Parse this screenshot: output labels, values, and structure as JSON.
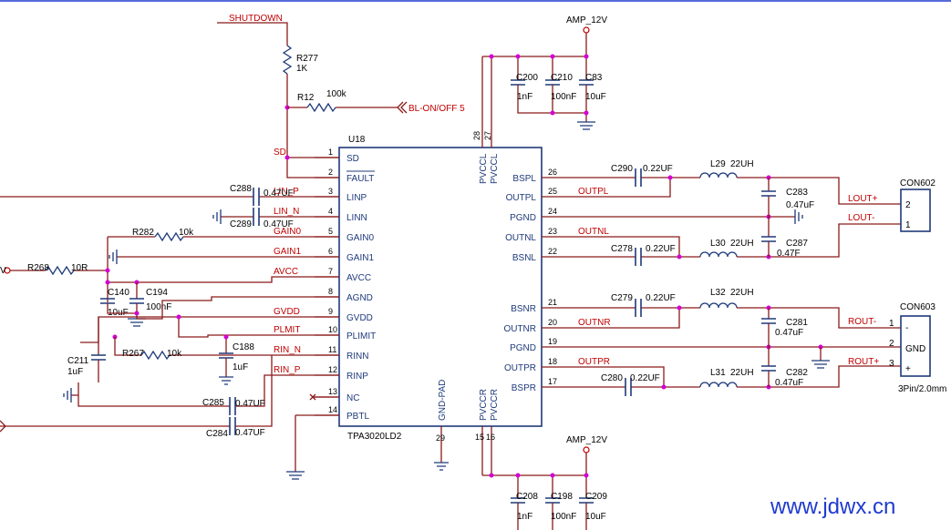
{
  "ic": {
    "ref": "U18",
    "part": "TPA3020LD2"
  },
  "left_pins": [
    {
      "num": "1",
      "name": "SD",
      "net": "SD"
    },
    {
      "num": "2",
      "name": "FAULT",
      "net": ""
    },
    {
      "num": "3",
      "name": "LINP",
      "net": "LIN_P"
    },
    {
      "num": "4",
      "name": "LINN",
      "net": "LIN_N"
    },
    {
      "num": "5",
      "name": "GAIN0",
      "net": "GAIN0"
    },
    {
      "num": "6",
      "name": "GAIN1",
      "net": "GAIN1"
    },
    {
      "num": "7",
      "name": "AVCC",
      "net": "AVCC"
    },
    {
      "num": "8",
      "name": "AGND",
      "net": ""
    },
    {
      "num": "9",
      "name": "GVDD",
      "net": "GVDD"
    },
    {
      "num": "10",
      "name": "PLIMIT",
      "net": "PLMIT"
    },
    {
      "num": "11",
      "name": "RINN",
      "net": "RIN_N"
    },
    {
      "num": "12",
      "name": "RINP",
      "net": "RIN_P"
    },
    {
      "num": "13",
      "name": "NC",
      "net": ""
    },
    {
      "num": "14",
      "name": "PBTL",
      "net": ""
    }
  ],
  "right_pins": [
    {
      "num": "26",
      "name": "BSPL",
      "net": ""
    },
    {
      "num": "25",
      "name": "OUTPL",
      "net": "OUTPL"
    },
    {
      "num": "24",
      "name": "PGND",
      "net": ""
    },
    {
      "num": "23",
      "name": "OUTNL",
      "net": "OUTNL"
    },
    {
      "num": "22",
      "name": "BSNL",
      "net": ""
    },
    {
      "num": "21",
      "name": "BSNR",
      "net": ""
    },
    {
      "num": "20",
      "name": "OUTNR",
      "net": "OUTNR"
    },
    {
      "num": "19",
      "name": "PGND",
      "net": ""
    },
    {
      "num": "18",
      "name": "OUTPR",
      "net": "OUTPR"
    },
    {
      "num": "17",
      "name": "BSPR",
      "net": ""
    }
  ],
  "top_pins": [
    {
      "num": "28",
      "name": "PVCCL"
    },
    {
      "num": "27",
      "name": "PVCCL"
    }
  ],
  "bottom_pins": [
    {
      "num": "29",
      "name": "GND-PAD"
    },
    {
      "num": "15",
      "name": "PVCCR"
    },
    {
      "num": "16",
      "name": "PVCCR"
    }
  ],
  "nets": {
    "shutdown": "SHUTDOWN",
    "bl_onoff": "BL-ON/OFF 5",
    "amp_top": "AMP_12V",
    "amp_bottom": "AMP_12V",
    "lout_p": "LOUT+",
    "lout_n": "LOUT-",
    "rout_n": "ROUT-",
    "rout_p": "ROUT+",
    "v_left": "V"
  },
  "resistors": {
    "r277": {
      "ref": "R277",
      "value": "1K"
    },
    "r12": {
      "ref": "R12",
      "value": "100k"
    },
    "r282": {
      "ref": "R282",
      "value": "10k"
    },
    "r268": {
      "ref": "R268",
      "value": "10R"
    },
    "r267": {
      "ref": "R267",
      "value": "10k"
    }
  },
  "capacitors": {
    "c200": {
      "ref": "C200",
      "value": "1nF"
    },
    "c210": {
      "ref": "C210",
      "value": "100nF"
    },
    "c83": {
      "ref": "C83",
      "value": "10uF"
    },
    "c288": {
      "ref": "C288",
      "value": "0.47UF"
    },
    "c289": {
      "ref": "C289",
      "value": "0.47UF"
    },
    "c140": {
      "ref": "C140",
      "value": "10uF"
    },
    "c194": {
      "ref": "C194",
      "value": "100nF"
    },
    "c188": {
      "ref": "C188",
      "value": "1uF"
    },
    "c211": {
      "ref": "C211",
      "value": "1uF"
    },
    "c285": {
      "ref": "C285",
      "value": "0.47UF"
    },
    "c284": {
      "ref": "C284",
      "value": "0.47UF"
    },
    "c290": {
      "ref": "C290",
      "value": "0.22UF"
    },
    "c278": {
      "ref": "C278",
      "value": "0.22UF"
    },
    "c279": {
      "ref": "C279",
      "value": "0.22UF"
    },
    "c280": {
      "ref": "C280",
      "value": "0.22UF"
    },
    "c283": {
      "ref": "C283",
      "value": "0.47uF"
    },
    "c287": {
      "ref": "C287",
      "value": "0.47F"
    },
    "c281": {
      "ref": "C281",
      "value": "0.47uF"
    },
    "c282": {
      "ref": "C282",
      "value": "0.47uF"
    },
    "c208": {
      "ref": "C208",
      "value": "1nF"
    },
    "c198": {
      "ref": "C198",
      "value": "100nF"
    },
    "c209": {
      "ref": "C209",
      "value": "10uF"
    }
  },
  "inductors": {
    "l29": {
      "ref": "L29",
      "value": "22UH"
    },
    "l30": {
      "ref": "L30",
      "value": "22UH"
    },
    "l32": {
      "ref": "L32",
      "value": "22UH"
    },
    "l31": {
      "ref": "L31",
      "value": "22UH"
    }
  },
  "con602": {
    "ref": "CON602",
    "pin2": "2",
    "pin1": "1"
  },
  "con603": {
    "ref": "CON603",
    "pin1": "1",
    "pin2": "2",
    "pin3": "3",
    "minus": "-",
    "gnd": "GND",
    "plus": "+",
    "footprint": "3Pin/2.0mm"
  },
  "watermark": "www.jdwx.cn",
  "colors": {
    "wire": "#8b1a1a",
    "component": "#1f3a7a",
    "net_label": "#c00000",
    "junction": "#d400d4",
    "watermark": "#1f3ad0"
  }
}
